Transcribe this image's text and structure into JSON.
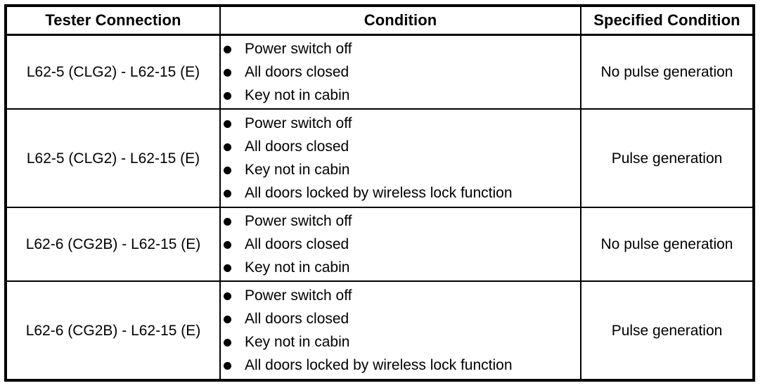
{
  "table": {
    "columns": [
      {
        "key": "tester",
        "label": "Tester Connection"
      },
      {
        "key": "condition",
        "label": "Condition"
      },
      {
        "key": "specified",
        "label": "Specified Condition"
      }
    ],
    "rows": [
      {
        "tester": "L62-5 (CLG2) - L62-15 (E)",
        "conditions": [
          "Power switch off",
          "All doors closed",
          "Key not in cabin"
        ],
        "specified": "No pulse generation"
      },
      {
        "tester": "L62-5 (CLG2) - L62-15 (E)",
        "conditions": [
          "Power switch off",
          "All doors closed",
          "Key not in cabin",
          "All doors locked by wireless lock function"
        ],
        "specified": "Pulse generation"
      },
      {
        "tester": "L62-6 (CG2B) - L62-15 (E)",
        "conditions": [
          "Power switch off",
          "All doors closed",
          "Key not in cabin"
        ],
        "specified": "No pulse generation"
      },
      {
        "tester": "L62-6 (CG2B) - L62-15 (E)",
        "conditions": [
          "Power switch off",
          "All doors closed",
          "Key not in cabin",
          "All doors locked by wireless lock function"
        ],
        "specified": "Pulse generation"
      }
    ]
  },
  "style": {
    "border_color": "#000000",
    "text_color": "#000000",
    "background": "#ffffff",
    "bullet_glyph": "filled-circle-bullet"
  }
}
